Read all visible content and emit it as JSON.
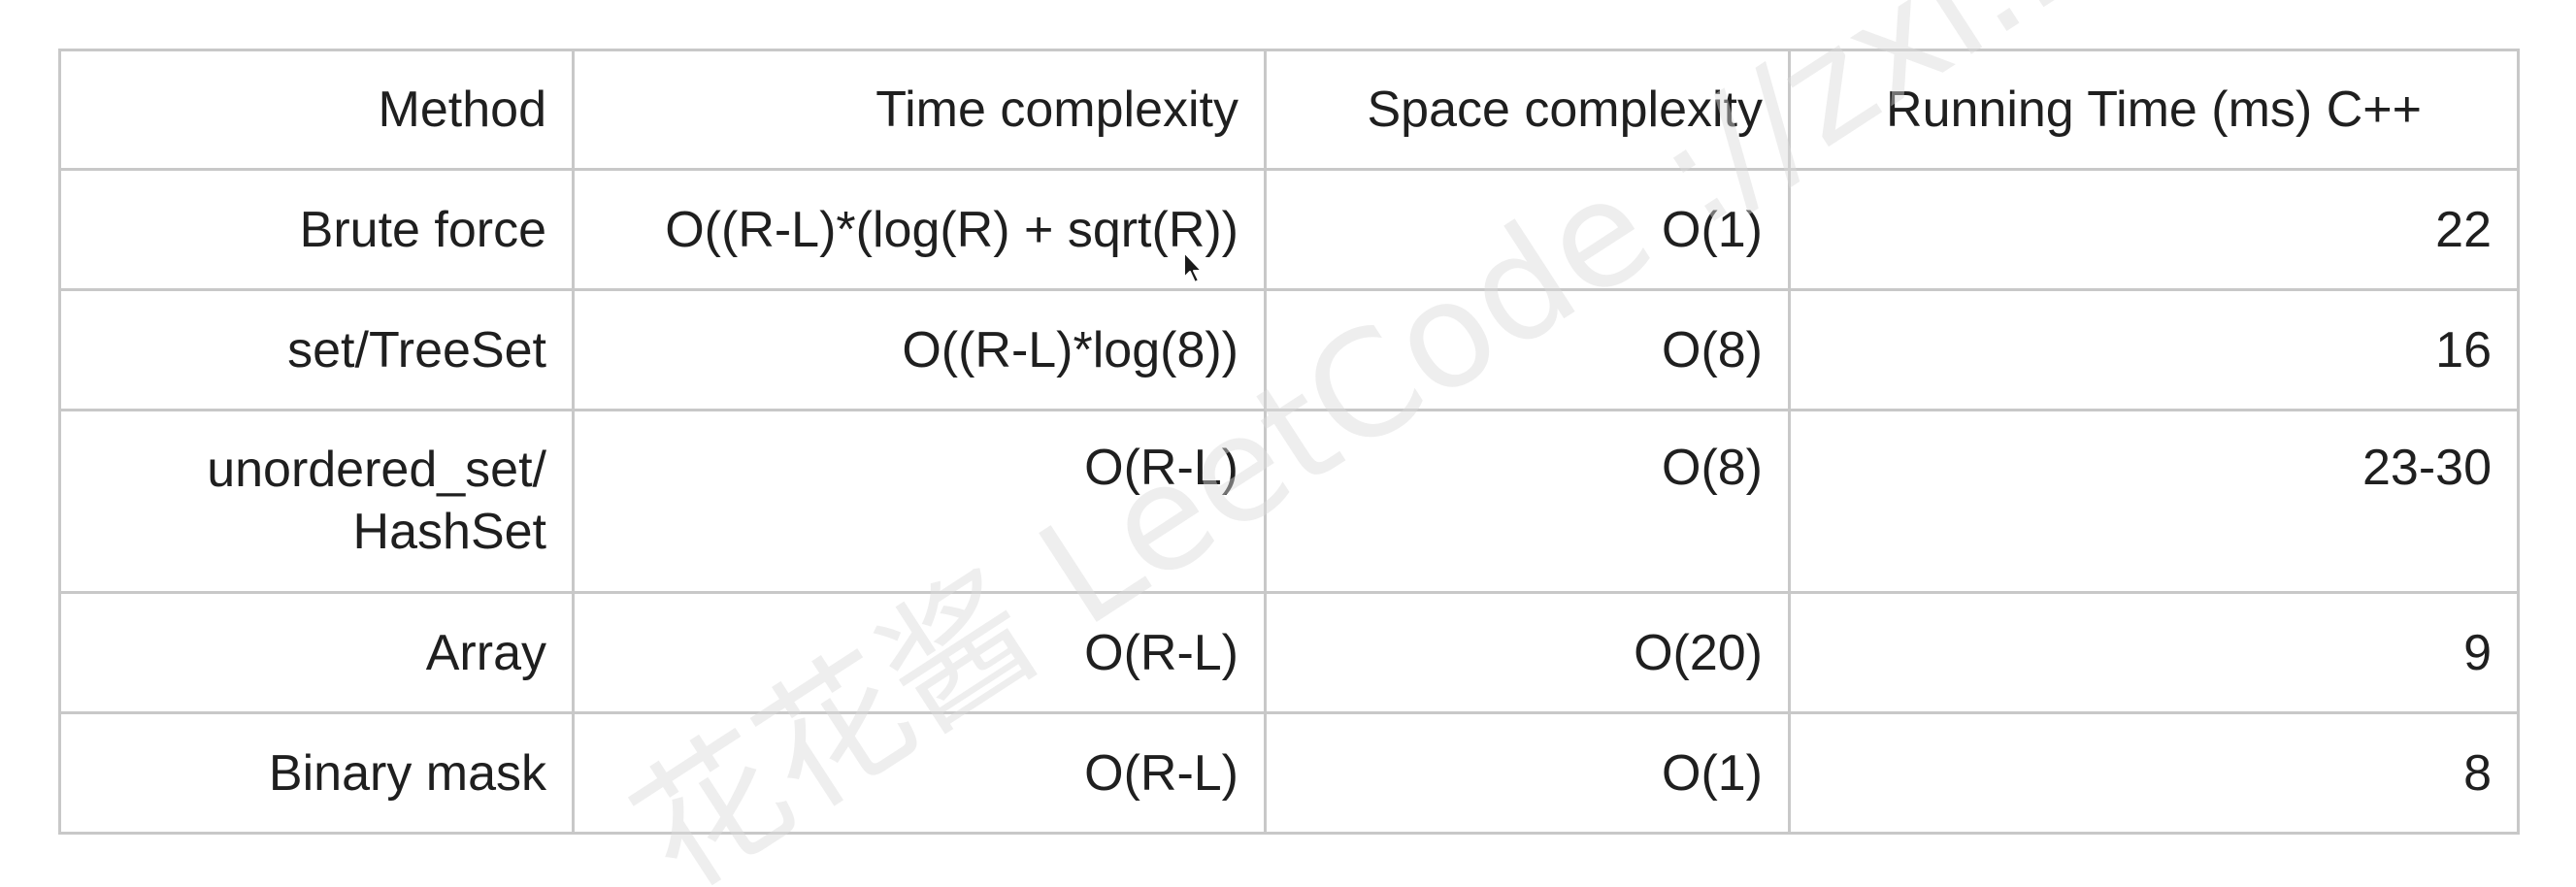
{
  "table": {
    "headers": {
      "method": "Method",
      "time": "Time complexity",
      "space": "Space complexity",
      "runtime": "Running Time (ms) C++"
    },
    "rows": [
      {
        "method": [
          "Brute force"
        ],
        "time": "O((R-L)*(log(R) + sqrt(R))",
        "space": "O(1)",
        "runtime": "22"
      },
      {
        "method": [
          "set/TreeSet"
        ],
        "time": "O((R-L)*log(8))",
        "space": "O(8)",
        "runtime": "16"
      },
      {
        "method": [
          "unordered_set/",
          "HashSet"
        ],
        "time": "O(R-L)",
        "space": "O(8)",
        "runtime": "23-30"
      },
      {
        "method": [
          "Array"
        ],
        "time": "O(R-L)",
        "space": "O(20)",
        "runtime": "9"
      },
      {
        "method": [
          "Binary mask"
        ],
        "time": "O(R-L)",
        "space": "O(1)",
        "runtime": "8"
      }
    ]
  },
  "watermark": {
    "text": "花花酱 LeetCode  ://zxi.mytechroad.com/blog/"
  },
  "icons": {
    "cursor": "mouse-pointer-icon"
  }
}
